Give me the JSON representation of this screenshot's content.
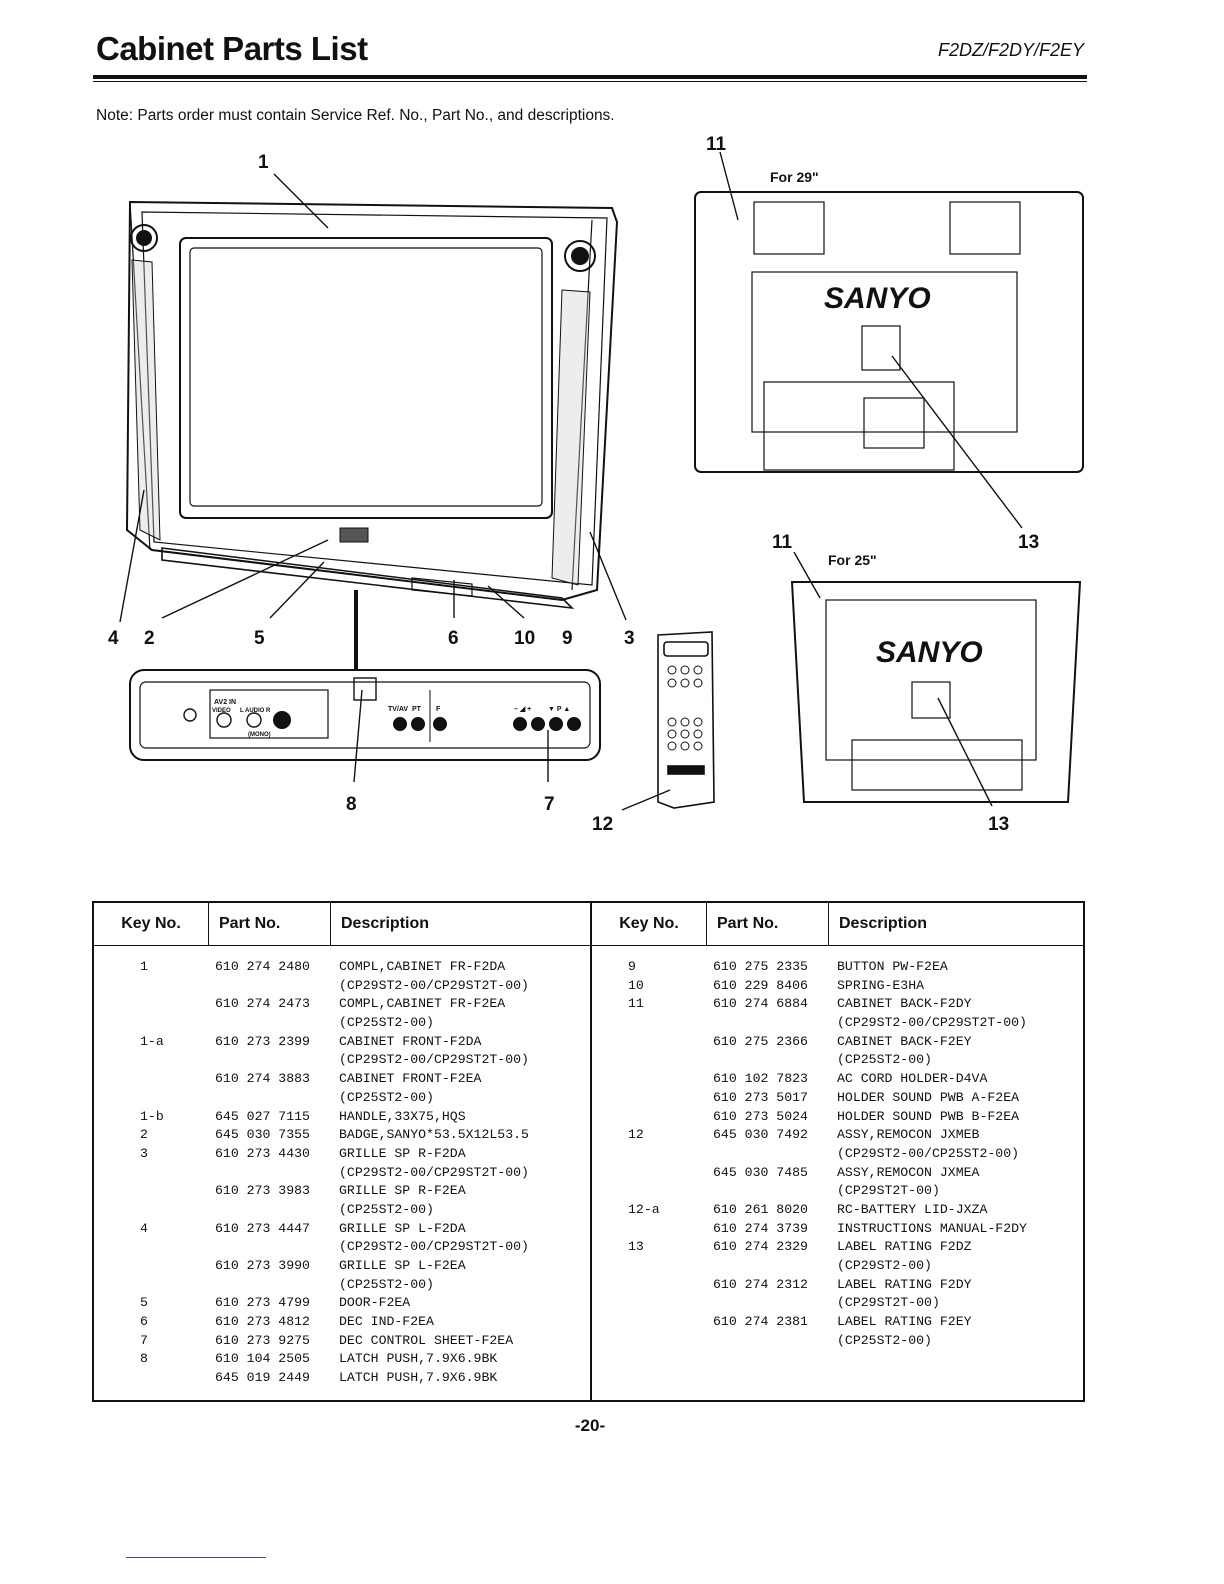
{
  "header": {
    "title": "Cabinet Parts List",
    "model": "F2DZ/F2DY/F2EY"
  },
  "note": "Note: Parts order must contain Service Ref. No., Part No., and descriptions.",
  "figure": {
    "callouts": [
      "1",
      "2",
      "3",
      "4",
      "5",
      "6",
      "7",
      "8",
      "9",
      "10",
      "11",
      "11",
      "12",
      "13",
      "13"
    ],
    "label_29": "For 29\"",
    "label_25": "For 25\"",
    "brand": "SANYO",
    "panel_labels": {
      "av2_in": "AV2 IN",
      "video": "VIDEO",
      "audio": "L AUDIO R",
      "mono": "(MONO)",
      "tvav": "TV/AV",
      "pt": "PT",
      "f": "F",
      "vol": "– ◢ +",
      "prog": "▼ P ▲"
    }
  },
  "table": {
    "headers": [
      "Key No.",
      "Part No.",
      "Description"
    ],
    "left": [
      {
        "key": "1",
        "part": "610 274 2480",
        "desc": "COMPL,CABINET FR-F2DA"
      },
      {
        "key": "",
        "part": "",
        "desc": "(CP29ST2-00/CP29ST2T-00)"
      },
      {
        "key": "",
        "part": "610 274 2473",
        "desc": "COMPL,CABINET FR-F2EA"
      },
      {
        "key": "",
        "part": "",
        "desc": "(CP25ST2-00)"
      },
      {
        "key": "1-a",
        "part": "610 273 2399",
        "desc": "CABINET FRONT-F2DA"
      },
      {
        "key": "",
        "part": "",
        "desc": "(CP29ST2-00/CP29ST2T-00)"
      },
      {
        "key": "",
        "part": "610 274 3883",
        "desc": "CABINET FRONT-F2EA"
      },
      {
        "key": "",
        "part": "",
        "desc": "(CP25ST2-00)"
      },
      {
        "key": "1-b",
        "part": "645 027 7115",
        "desc": "HANDLE,33X75,HQS"
      },
      {
        "key": "2",
        "part": "645 030 7355",
        "desc": "BADGE,SANYO*53.5X12L53.5"
      },
      {
        "key": "3",
        "part": "610 273 4430",
        "desc": "GRILLE SP R-F2DA"
      },
      {
        "key": "",
        "part": "",
        "desc": "(CP29ST2-00/CP29ST2T-00)"
      },
      {
        "key": "",
        "part": "610 273 3983",
        "desc": "GRILLE SP R-F2EA"
      },
      {
        "key": "",
        "part": "",
        "desc": "(CP25ST2-00)"
      },
      {
        "key": "4",
        "part": "610 273 4447",
        "desc": "GRILLE SP L-F2DA"
      },
      {
        "key": "",
        "part": "",
        "desc": "(CP29ST2-00/CP29ST2T-00)"
      },
      {
        "key": "",
        "part": "610 273 3990",
        "desc": "GRILLE SP L-F2EA"
      },
      {
        "key": "",
        "part": "",
        "desc": "(CP25ST2-00)"
      },
      {
        "key": "5",
        "part": "610 273 4799",
        "desc": "DOOR-F2EA"
      },
      {
        "key": "6",
        "part": "610 273 4812",
        "desc": "DEC IND-F2EA"
      },
      {
        "key": "7",
        "part": "610 273 9275",
        "desc": "DEC CONTROL SHEET-F2EA"
      },
      {
        "key": "8",
        "part": "610 104 2505",
        "desc": "LATCH PUSH,7.9X6.9BK"
      },
      {
        "key": "",
        "part": "645 019 2449",
        "desc": "LATCH PUSH,7.9X6.9BK"
      }
    ],
    "right": [
      {
        "key": "9",
        "part": "610 275 2335",
        "desc": "BUTTON PW-F2EA"
      },
      {
        "key": "10",
        "part": "610 229 8406",
        "desc": "SPRING-E3HA"
      },
      {
        "key": "11",
        "part": "610 274 6884",
        "desc": "CABINET BACK-F2DY"
      },
      {
        "key": "",
        "part": "",
        "desc": "(CP29ST2-00/CP29ST2T-00)"
      },
      {
        "key": "",
        "part": "610 275 2366",
        "desc": "CABINET BACK-F2EY"
      },
      {
        "key": "",
        "part": "",
        "desc": "(CP25ST2-00)"
      },
      {
        "key": "",
        "part": "610 102 7823",
        "desc": "AC CORD HOLDER-D4VA"
      },
      {
        "key": "",
        "part": "610 273 5017",
        "desc": "HOLDER SOUND PWB A-F2EA"
      },
      {
        "key": "",
        "part": "610 273 5024",
        "desc": "HOLDER SOUND PWB B-F2EA"
      },
      {
        "key": "12",
        "part": "645 030 7492",
        "desc": "ASSY,REMOCON JXMEB"
      },
      {
        "key": "",
        "part": "",
        "desc": "(CP29ST2-00/CP25ST2-00)"
      },
      {
        "key": "",
        "part": "645 030 7485",
        "desc": "ASSY,REMOCON JXMEA"
      },
      {
        "key": "",
        "part": "",
        "desc": "(CP29ST2T-00)"
      },
      {
        "key": "12-a",
        "part": "610 261 8020",
        "desc": "RC-BATTERY LID-JXZA"
      },
      {
        "key": "",
        "part": "610 274 3739",
        "desc": "INSTRUCTIONS MANUAL-F2DY"
      },
      {
        "key": "13",
        "part": "610 274 2329",
        "desc": "LABEL RATING F2DZ"
      },
      {
        "key": "",
        "part": "",
        "desc": "(CP29ST2-00)"
      },
      {
        "key": "",
        "part": "610 274 2312",
        "desc": "LABEL RATING F2DY"
      },
      {
        "key": "",
        "part": "",
        "desc": "(CP29ST2T-00)"
      },
      {
        "key": "",
        "part": "610 274 2381",
        "desc": "LABEL RATING F2EY"
      },
      {
        "key": "",
        "part": "",
        "desc": "(CP25ST2-00)"
      }
    ]
  },
  "page_number": "-20-"
}
